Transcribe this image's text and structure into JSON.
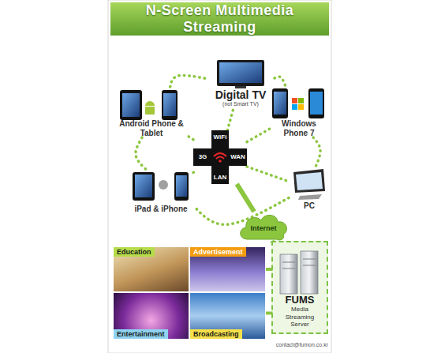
{
  "diagram": {
    "title": "N-Screen Multimedia Streaming",
    "nodes": [
      {
        "text": [
          "Digital TV",
          "(not Smart TV)"
        ]
      },
      {
        "text": [
          "Android Phone & Tablet"
        ]
      },
      {
        "text": [
          "Windows Phone 7"
        ]
      },
      {
        "text": [
          "WiFi",
          "3G",
          "WAN",
          "LAN"
        ]
      },
      {
        "text": [
          "iPad & iPhone"
        ]
      },
      {
        "text": [
          "PC"
        ]
      },
      {
        "text": [
          "Internet"
        ]
      },
      {
        "text": [
          "Education"
        ]
      },
      {
        "text": [
          "Advertisement"
        ]
      },
      {
        "text": [
          "Entertainment"
        ]
      },
      {
        "text": [
          "Broadcasting"
        ]
      },
      {
        "text": [
          "FUMS",
          "Media Streaming Server"
        ]
      }
    ],
    "edges": [
      {
        "from": 0,
        "to": 2,
        "arrow": "none"
      },
      {
        "from": 2,
        "to": 5,
        "arrow": "none"
      },
      {
        "from": 5,
        "to": 4,
        "arrow": "none"
      },
      {
        "from": 4,
        "to": 1,
        "arrow": "none"
      },
      {
        "from": 1,
        "to": 0,
        "arrow": "none"
      },
      {
        "from": 3,
        "to": 0,
        "arrow": "none"
      },
      {
        "from": 3,
        "to": 1,
        "arrow": "none"
      },
      {
        "from": 3,
        "to": 2,
        "arrow": "none"
      },
      {
        "from": 3,
        "to": 4,
        "arrow": "none"
      },
      {
        "from": 3,
        "to": 5,
        "arrow": "none"
      },
      {
        "from": 3,
        "to": 6,
        "arrow": "none"
      },
      {
        "from": 6,
        "to": 11,
        "arrow": "none"
      },
      {
        "from": 11,
        "to": 8,
        "arrow": "none"
      },
      {
        "from": 11,
        "to": 10,
        "arrow": "none"
      }
    ],
    "labels": [
      "contact@fumon.co.kr"
    ]
  }
}
